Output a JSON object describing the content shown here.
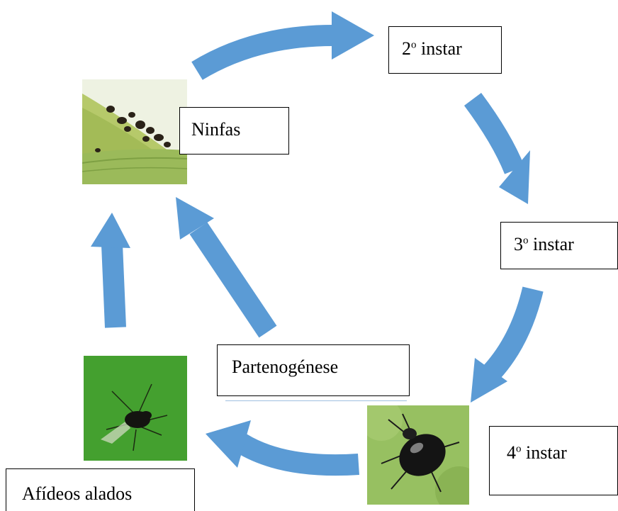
{
  "diagram": {
    "stages": {
      "ninfas": "Ninfas",
      "instar2": {
        "number": "2",
        "sup": "o",
        "label": " instar"
      },
      "instar3": {
        "number": "3",
        "sup": "o",
        "label": " instar"
      },
      "instar4": {
        "number": "4",
        "sup": "o",
        "label": " instar"
      },
      "partenogenese": "Partenogénese",
      "alados": "Afídeos alados"
    },
    "photos": {
      "ninfas": "aphid-nymphs-on-leaf-photo",
      "instar4": "black-aphid-photo",
      "alados": "winged-aphid-photo"
    },
    "arrow_color": "#5b9bd5"
  }
}
